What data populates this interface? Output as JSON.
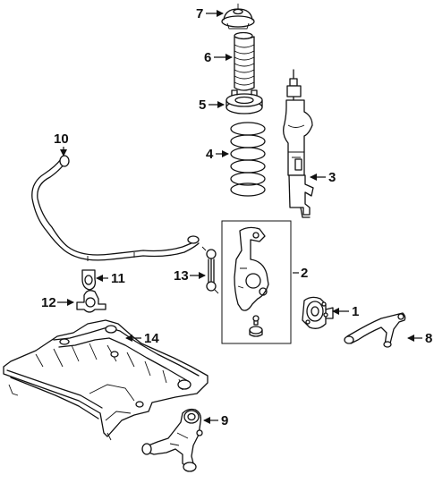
{
  "diagram": {
    "callouts": [
      {
        "id": "1",
        "label": "1"
      },
      {
        "id": "2",
        "label": "2"
      },
      {
        "id": "3",
        "label": "3"
      },
      {
        "id": "4",
        "label": "4"
      },
      {
        "id": "5",
        "label": "5"
      },
      {
        "id": "6",
        "label": "6"
      },
      {
        "id": "7",
        "label": "7"
      },
      {
        "id": "8",
        "label": "8"
      },
      {
        "id": "9",
        "label": "9"
      },
      {
        "id": "10",
        "label": "10"
      },
      {
        "id": "11",
        "label": "11"
      },
      {
        "id": "12",
        "label": "12"
      },
      {
        "id": "13",
        "label": "13"
      },
      {
        "id": "14",
        "label": "14"
      }
    ],
    "colors": {
      "line": "#111111",
      "background": "#ffffff"
    }
  }
}
